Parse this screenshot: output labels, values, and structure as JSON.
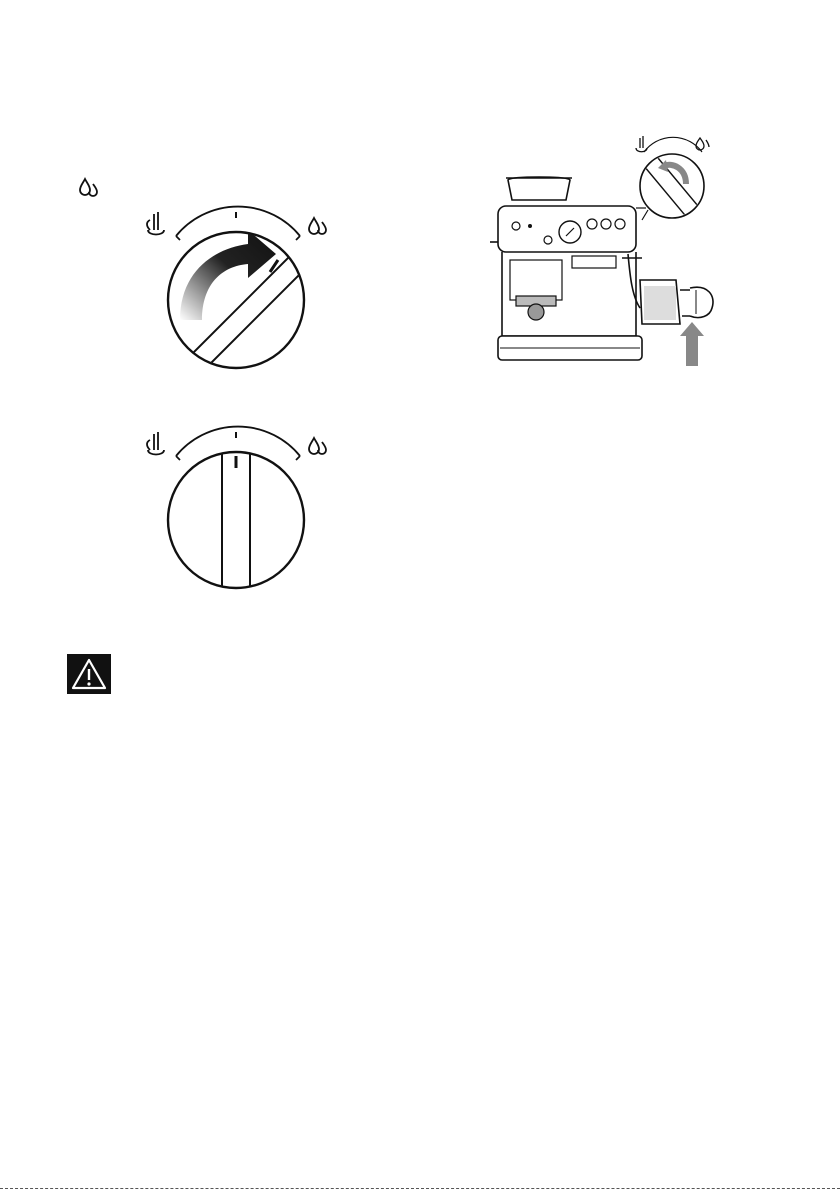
{
  "page": {
    "background": "#ffffff",
    "ink": "#111111",
    "icons": {
      "hot_water": "droplets-icon",
      "steam": "steam-icon",
      "warning": "warning-triangle-icon"
    },
    "figures": [
      {
        "name": "steam-dial-open",
        "dial_position": "hot-water",
        "arrow": "clockwise"
      },
      {
        "name": "espresso-machine-illustration",
        "inset_dial_arrow": "counter-clockwise"
      },
      {
        "name": "steam-dial-closed",
        "dial_position": "center"
      }
    ]
  }
}
